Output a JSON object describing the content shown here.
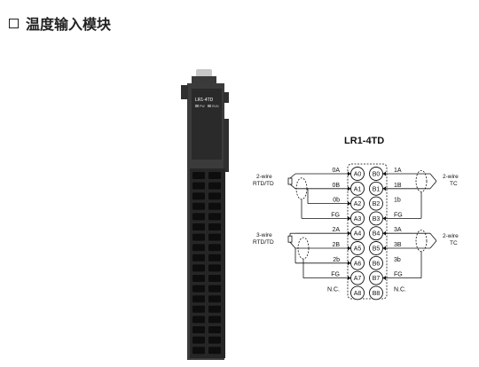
{
  "heading": {
    "checkbox_glyph": "□",
    "title": "温度输入模块"
  },
  "module": {
    "label": "LR1-4TD",
    "led_left": "PW",
    "led_right": "RUN"
  },
  "diagram": {
    "title": "LR1-4TD",
    "left_terminals": [
      "A0",
      "A1",
      "A2",
      "A3",
      "A4",
      "A5",
      "A6",
      "A7",
      "A8"
    ],
    "right_terminals": [
      "B0",
      "B1",
      "B2",
      "B3",
      "B4",
      "B5",
      "B6",
      "B7",
      "B8"
    ],
    "left_labels": [
      "0A",
      "0B",
      "0b",
      "FG",
      "2A",
      "2B",
      "2b",
      "FG",
      "N.C."
    ],
    "right_labels": [
      "1A",
      "1B",
      "1b",
      "FG",
      "3A",
      "3B",
      "3b",
      "FG",
      "N.C."
    ],
    "sensor_left_top": [
      "2-wire",
      "RTD/TD"
    ],
    "sensor_left_bottom": [
      "3-wire",
      "RTD/TD"
    ],
    "sensor_right_top": [
      "2-wire",
      "TC"
    ],
    "sensor_right_bottom": [
      "2-wire",
      "TC"
    ]
  }
}
